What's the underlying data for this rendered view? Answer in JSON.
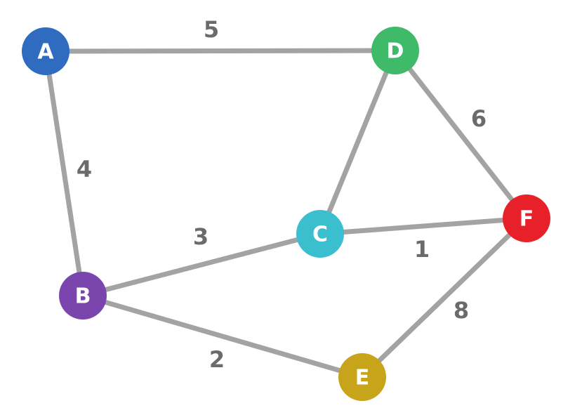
{
  "nodes": [
    {
      "id": "A",
      "label": "A",
      "color": "#2f6cc0"
    },
    {
      "id": "B",
      "label": "B",
      "color": "#7a46ad"
    },
    {
      "id": "C",
      "label": "C",
      "color": "#3bbfcf"
    },
    {
      "id": "D",
      "label": "D",
      "color": "#3fba68"
    },
    {
      "id": "E",
      "label": "E",
      "color": "#c7a41a"
    },
    {
      "id": "F",
      "label": "F",
      "color": "#e8202a"
    }
  ],
  "edges": [
    {
      "from": "A",
      "to": "D",
      "weight": "5"
    },
    {
      "from": "A",
      "to": "B",
      "weight": "4"
    },
    {
      "from": "D",
      "to": "C",
      "weight": ""
    },
    {
      "from": "D",
      "to": "F",
      "weight": "6"
    },
    {
      "from": "B",
      "to": "C",
      "weight": "3"
    },
    {
      "from": "C",
      "to": "F",
      "weight": "1"
    },
    {
      "from": "B",
      "to": "E",
      "weight": "2"
    },
    {
      "from": "E",
      "to": "F",
      "weight": "8"
    }
  ]
}
